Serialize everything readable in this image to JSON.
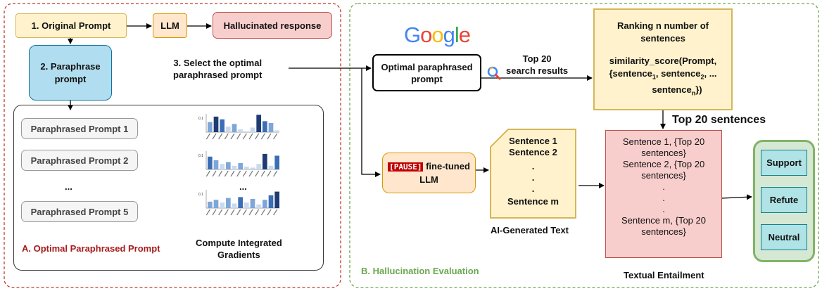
{
  "colors": {
    "panel_a_border": "#c0392b",
    "panel_b_border": "#6aa84f",
    "yellow_fill": "#fff2cc",
    "yellow_border": "#d6b656",
    "red_fill": "#f8cecc",
    "red_border": "#b85450",
    "blue_fill": "#b1ddf0",
    "blue_border": "#10739e",
    "gray_fill": "#f5f5f5",
    "gray_border": "#999999",
    "orange_fill": "#ffe6cc",
    "orange_border": "#d79b00",
    "green_fill": "#d5e8d4",
    "green_border": "#82b366",
    "teal_fill": "#b0e3e6",
    "teal_border": "#0e8088",
    "bar_colors": [
      "#1f3b73",
      "#3c6eb4",
      "#7ea6d8",
      "#c9daf0"
    ]
  },
  "panel_a": {
    "title": "A. Optimal Paraphrased Prompt",
    "original_prompt": "1. Original Prompt",
    "llm": "LLM",
    "hallucinated_response": "Hallucinated response",
    "paraphrase_line1": "2. Paraphrase",
    "paraphrase_line2": "prompt",
    "select_line1": "3. Select the optimal",
    "select_line2": "paraphrased prompt",
    "prompts": [
      "Paraphrased Prompt 1",
      "Paraphrased Prompt 2",
      "...",
      "Paraphrased Prompt 5"
    ],
    "ig_ellipsis": "...",
    "ig_caption_line1": "Compute Integrated",
    "ig_caption_line2": "Gradients",
    "ig_ytick": "0.1",
    "ig_charts": [
      [
        0.55,
        0.85,
        0.7,
        0.3,
        0.45,
        0.15,
        0.05,
        0.25,
        0.95,
        0.6,
        0.5,
        0.1
      ],
      [
        0.7,
        0.5,
        0.3,
        0.4,
        0.2,
        0.35,
        0.15,
        0.1,
        0.3,
        0.85,
        0.2,
        0.75
      ],
      [
        0.35,
        0.45,
        0.3,
        0.55,
        0.25,
        0.6,
        0.3,
        0.5,
        0.2,
        0.45,
        0.7,
        0.9
      ]
    ]
  },
  "panel_b": {
    "title": "B. Hallucination Evaluation",
    "google": [
      {
        "ch": "G",
        "color": "#4285F4"
      },
      {
        "ch": "o",
        "color": "#EA4335"
      },
      {
        "ch": "o",
        "color": "#FBBC05"
      },
      {
        "ch": "g",
        "color": "#4285F4"
      },
      {
        "ch": "l",
        "color": "#34A853"
      },
      {
        "ch": "e",
        "color": "#EA4335"
      }
    ],
    "optimal_line1": "Optimal paraphrased",
    "optimal_line2": "prompt",
    "top20_line1": "Top 20",
    "top20_line2": "search results",
    "ranking_line1": "Ranking n number of",
    "ranking_line2": "sentences",
    "sim_line1": "similarity_score(Prompt,",
    "sim_line2_pre": "{sentence",
    "sim_sub1": "1",
    "sim_mid": ", sentence",
    "sim_sub2": "2",
    "sim_line2_post": ", ...",
    "sim_line3_pre": "sentence",
    "sim_subn": "n",
    "sim_line3_post": "})",
    "top20_sentences": "Top 20 sentences",
    "pause_tag": "[PAUSE]",
    "finetuned": "fine-tuned",
    "finetuned_llm": "LLM",
    "doc_lines": [
      "Sentence 1",
      "Sentence 2",
      ".",
      ".",
      ".",
      "Sentence m"
    ],
    "ai_text_label": "AI-Generated Text",
    "entail_lines": [
      "Sentence 1, {Top 20",
      "sentences}",
      "Sentence 2, {Top 20",
      "sentences}",
      ".",
      ".",
      ".",
      "Sentence m, {Top 20",
      "sentences}"
    ],
    "entail_label": "Textual Entailment",
    "labels": [
      "Support",
      "Refute",
      "Neutral"
    ]
  }
}
